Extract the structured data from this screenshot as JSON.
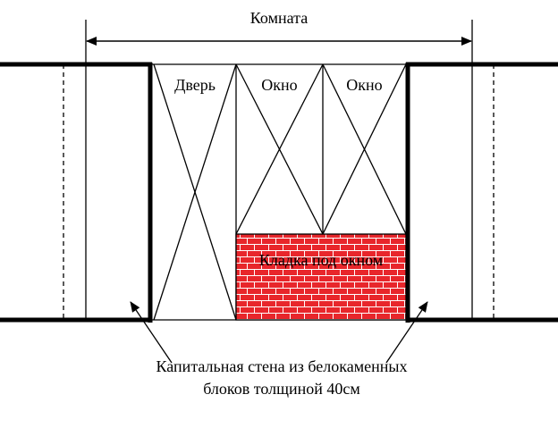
{
  "labels": {
    "room": "Комната",
    "door": "Дверь",
    "window_1": "Окно",
    "window_2": "Окно",
    "masonry": "Кладка под окном",
    "wall_caption": "Капитальная стена из белокаменных блоков толщиной 40см"
  },
  "colors": {
    "line": "#000000",
    "brick": "#e8262b",
    "mortar": "#ffffff",
    "background": "#ffffff"
  }
}
